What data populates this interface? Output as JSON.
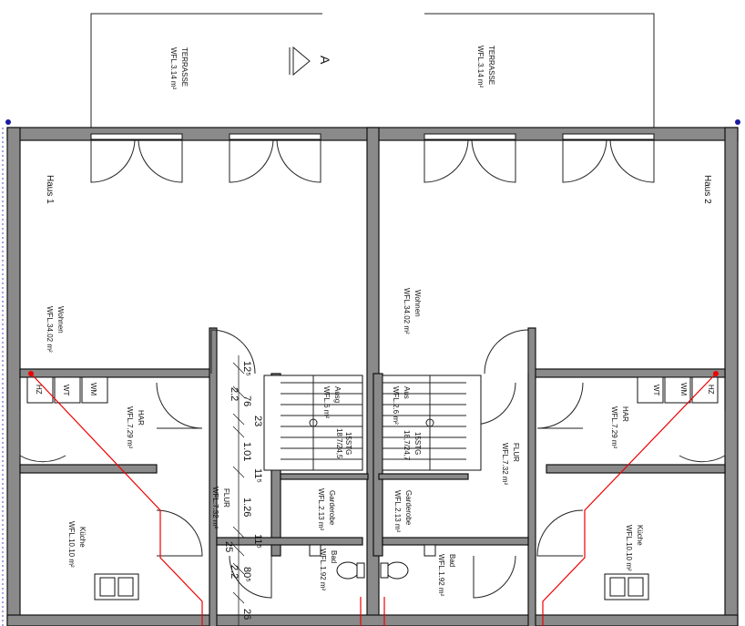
{
  "terrace_left": {
    "name": "TERRASSE",
    "area": "WFL.3.14 m²"
  },
  "terrace_right": {
    "name": "TERRASSE",
    "area": "WFL.3.14 m²"
  },
  "section_marker": "A",
  "haus1": {
    "label": "Haus 1",
    "wohnen": {
      "name": "Wohnen",
      "area": "WFL.34.02 m²"
    },
    "har": {
      "name": "HAR",
      "area": "WFL.7.29 m²"
    },
    "kueche": {
      "name": "Küche",
      "area": "WFL.10.10 m²"
    },
    "flur": {
      "name": "FLUR",
      "area": "WFL.7.32 m²"
    },
    "garderobe": {
      "name": "Garderobe",
      "area": "WFL.2.13 m²"
    },
    "bad": {
      "name": "Bad",
      "area": "WFL.1.92 m²"
    },
    "stair": {
      "name": "Ausg",
      "area": "WFL.6 m²",
      "steps": "15STG",
      "rise": "18,7/24,5"
    },
    "equipment": [
      "HZ",
      "WT",
      "WM"
    ]
  },
  "haus2": {
    "label": "Haus 2",
    "wohnen": {
      "name": "Wohnen",
      "area": "WFL.34.02 m²"
    },
    "har": {
      "name": "HAR",
      "area": "WFL.7.29 m²"
    },
    "kueche": {
      "name": "Küche",
      "area": "WFL.10.10 m²"
    },
    "flur": {
      "name": "FLUR",
      "area": "WFL.7.32 m²"
    },
    "garderobe": {
      "name": "Garderobe",
      "area": "WFL.2.13 m²"
    },
    "bad": {
      "name": "Bad",
      "area": "WFL.1.92 m²"
    },
    "stair": {
      "name": "Aus",
      "area": "WFL.2.6 m²",
      "steps": "15STG",
      "rise": "18,7/24,7"
    },
    "equipment": [
      "HZ",
      "WM",
      "WT"
    ]
  },
  "dimensions": [
    "12⁵",
    "2.2",
    "76",
    "23",
    "1.01",
    "11⁵",
    "1.26",
    "11⁵",
    "25",
    "2.2",
    "80⁵",
    "26"
  ],
  "colors": {
    "wall": "#8a8a8a",
    "line": "#111111",
    "heating_line": "#e00000",
    "marker": "#1a1aa0"
  }
}
